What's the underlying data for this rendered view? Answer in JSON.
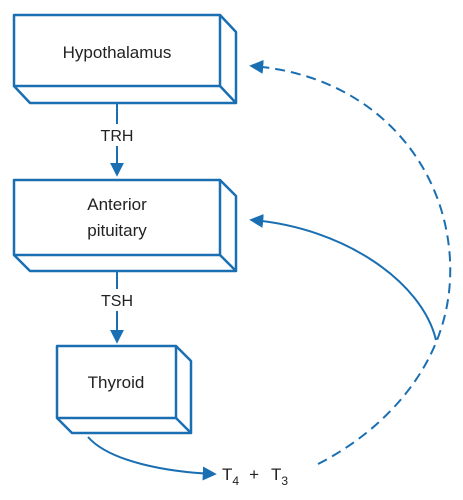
{
  "colors": {
    "stroke": "#1a6fb3",
    "text": "#222222",
    "background": "#ffffff"
  },
  "nodes": {
    "hypothalamus": {
      "label": "Hypothalamus"
    },
    "anterior_pituitary": {
      "line1": "Anterior",
      "line2": "pituitary"
    },
    "thyroid": {
      "label": "Thyroid"
    }
  },
  "edges": {
    "trh": "TRH",
    "tsh": "TSH"
  },
  "output": {
    "t4": "T",
    "t4_sub": "4",
    "plus": "+",
    "t3": "T",
    "t3_sub": "3"
  }
}
